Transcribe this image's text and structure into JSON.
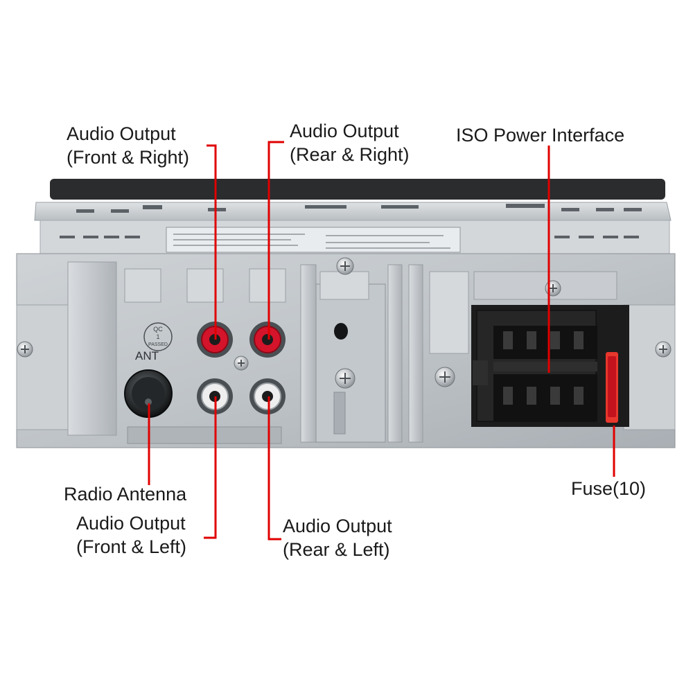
{
  "callouts": {
    "front_right": {
      "line1": "Audio Output",
      "line2": "(Front & Right)"
    },
    "rear_right": {
      "line1": "Audio Output",
      "line2": "(Rear & Right)"
    },
    "iso_power": {
      "line1": "ISO Power Interface"
    },
    "radio_antenna": {
      "line1": "Radio Antenna"
    },
    "front_left": {
      "line1": "Audio Output",
      "line2": "(Front & Left)"
    },
    "rear_left": {
      "line1": "Audio Output",
      "line2": "(Rear & Left)"
    },
    "fuse": {
      "line1": "Fuse(10)"
    }
  },
  "device_marks": {
    "ant_label": "ANT",
    "qc_line1": "QC",
    "qc_line2": "1",
    "qc_line3": "PASSED"
  },
  "colors": {
    "leader_line": "#e00000",
    "chassis": "#c5c9cc",
    "panel": "#b8bdc1",
    "rca_red": "#d4142a",
    "rca_white": "#eeeeee",
    "iso_connector": "#1c1c1c",
    "fuse": "#ff2a2a"
  }
}
